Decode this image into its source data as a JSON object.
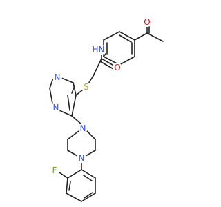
{
  "atom_labels": {
    "carbonyl_oxygen_acetyl": "O",
    "amide_nitrogen": "N",
    "amide_hydrogen": "H",
    "amide_oxygen": "O",
    "thioether_sulfur": "S",
    "pyrimidine_n1": "N",
    "pyrimidine_n3": "N",
    "piperazine_n1": "N",
    "piperazine_n4": "N",
    "fluorine": "F"
  },
  "colors": {
    "bond": "#222222",
    "oxygen": "#ff0d0d",
    "nitrogen": "#3050f8",
    "sulfur": "#b8a600",
    "fluorine": "#5fb300",
    "background": "#ffffff"
  }
}
